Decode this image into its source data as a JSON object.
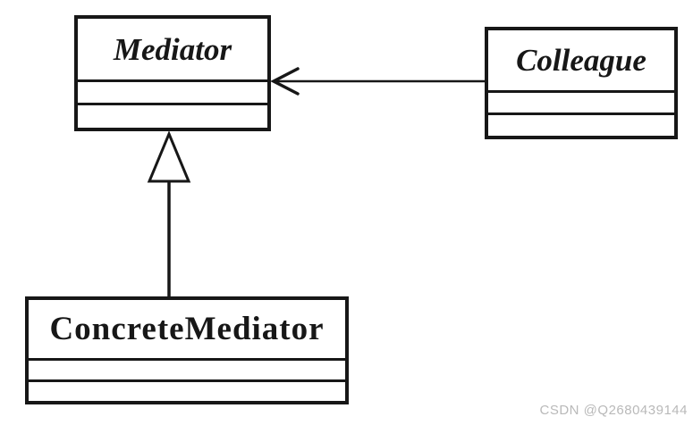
{
  "diagram": {
    "type": "uml-class-diagram",
    "pattern": "Mediator",
    "classes": [
      {
        "name": "Mediator",
        "stereotype": "abstract",
        "name_style": "bold-italic",
        "compartments": 3
      },
      {
        "name": "Colleague",
        "stereotype": "abstract",
        "name_style": "bold-italic",
        "compartments": 3
      },
      {
        "name": "ConcreteMediator",
        "stereotype": "concrete",
        "name_style": "bold",
        "compartments": 3
      }
    ],
    "relations": [
      {
        "from": "Colleague",
        "to": "Mediator",
        "type": "association",
        "arrowhead": "open"
      },
      {
        "from": "ConcreteMediator",
        "to": "Mediator",
        "type": "generalization",
        "arrowhead": "hollow-triangle"
      }
    ]
  },
  "watermark": "CSDN @Q2680439144",
  "colors": {
    "line": "#171717",
    "background": "#ffffff",
    "watermark": "#b9b9b9"
  }
}
